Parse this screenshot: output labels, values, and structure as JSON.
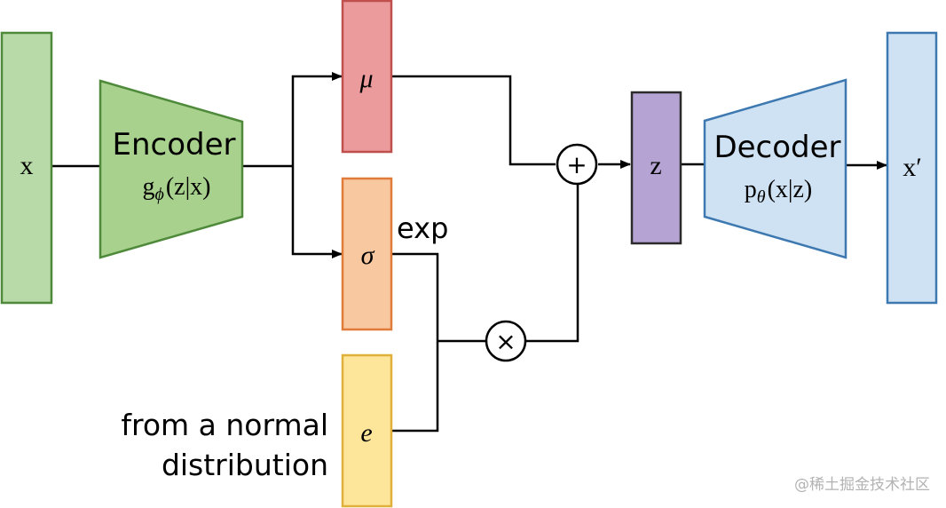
{
  "nodes": {
    "input_x": {
      "label": "x",
      "fill": "#b8d9a8",
      "stroke": "#4e8a3a"
    },
    "encoder": {
      "title": "Encoder",
      "formula_g": "g",
      "formula_sub": "ϕ",
      "formula_args": "(z|x)",
      "fill": "#a9d18e",
      "stroke": "#4e8a3a"
    },
    "mu": {
      "label": "μ",
      "fill": "#eb9b9b",
      "stroke": "#c0504d"
    },
    "sigma": {
      "label": "σ",
      "fill": "#f8c8a0",
      "stroke": "#e07b39"
    },
    "epsilon": {
      "label": "e",
      "fill": "#fde59a",
      "stroke": "#e0b03a"
    },
    "z": {
      "label": "z",
      "fill": "#b4a3d3",
      "stroke": "#2b2b2b"
    },
    "decoder": {
      "title": "Decoder",
      "formula_p": "p",
      "formula_sub": "θ",
      "formula_args": "(x|z)",
      "fill": "#cfe2f3",
      "stroke": "#3d79b0"
    },
    "output_x": {
      "label": "x′",
      "fill": "#cfe2f3",
      "stroke": "#3d79b0"
    }
  },
  "operators": {
    "plus": {
      "symbol": "+"
    },
    "times": {
      "symbol": "×"
    }
  },
  "labels": {
    "exp": "exp",
    "normal_line1": "from a normal",
    "normal_line2": "distribution"
  },
  "watermark": "@稀土掘金技术社区"
}
